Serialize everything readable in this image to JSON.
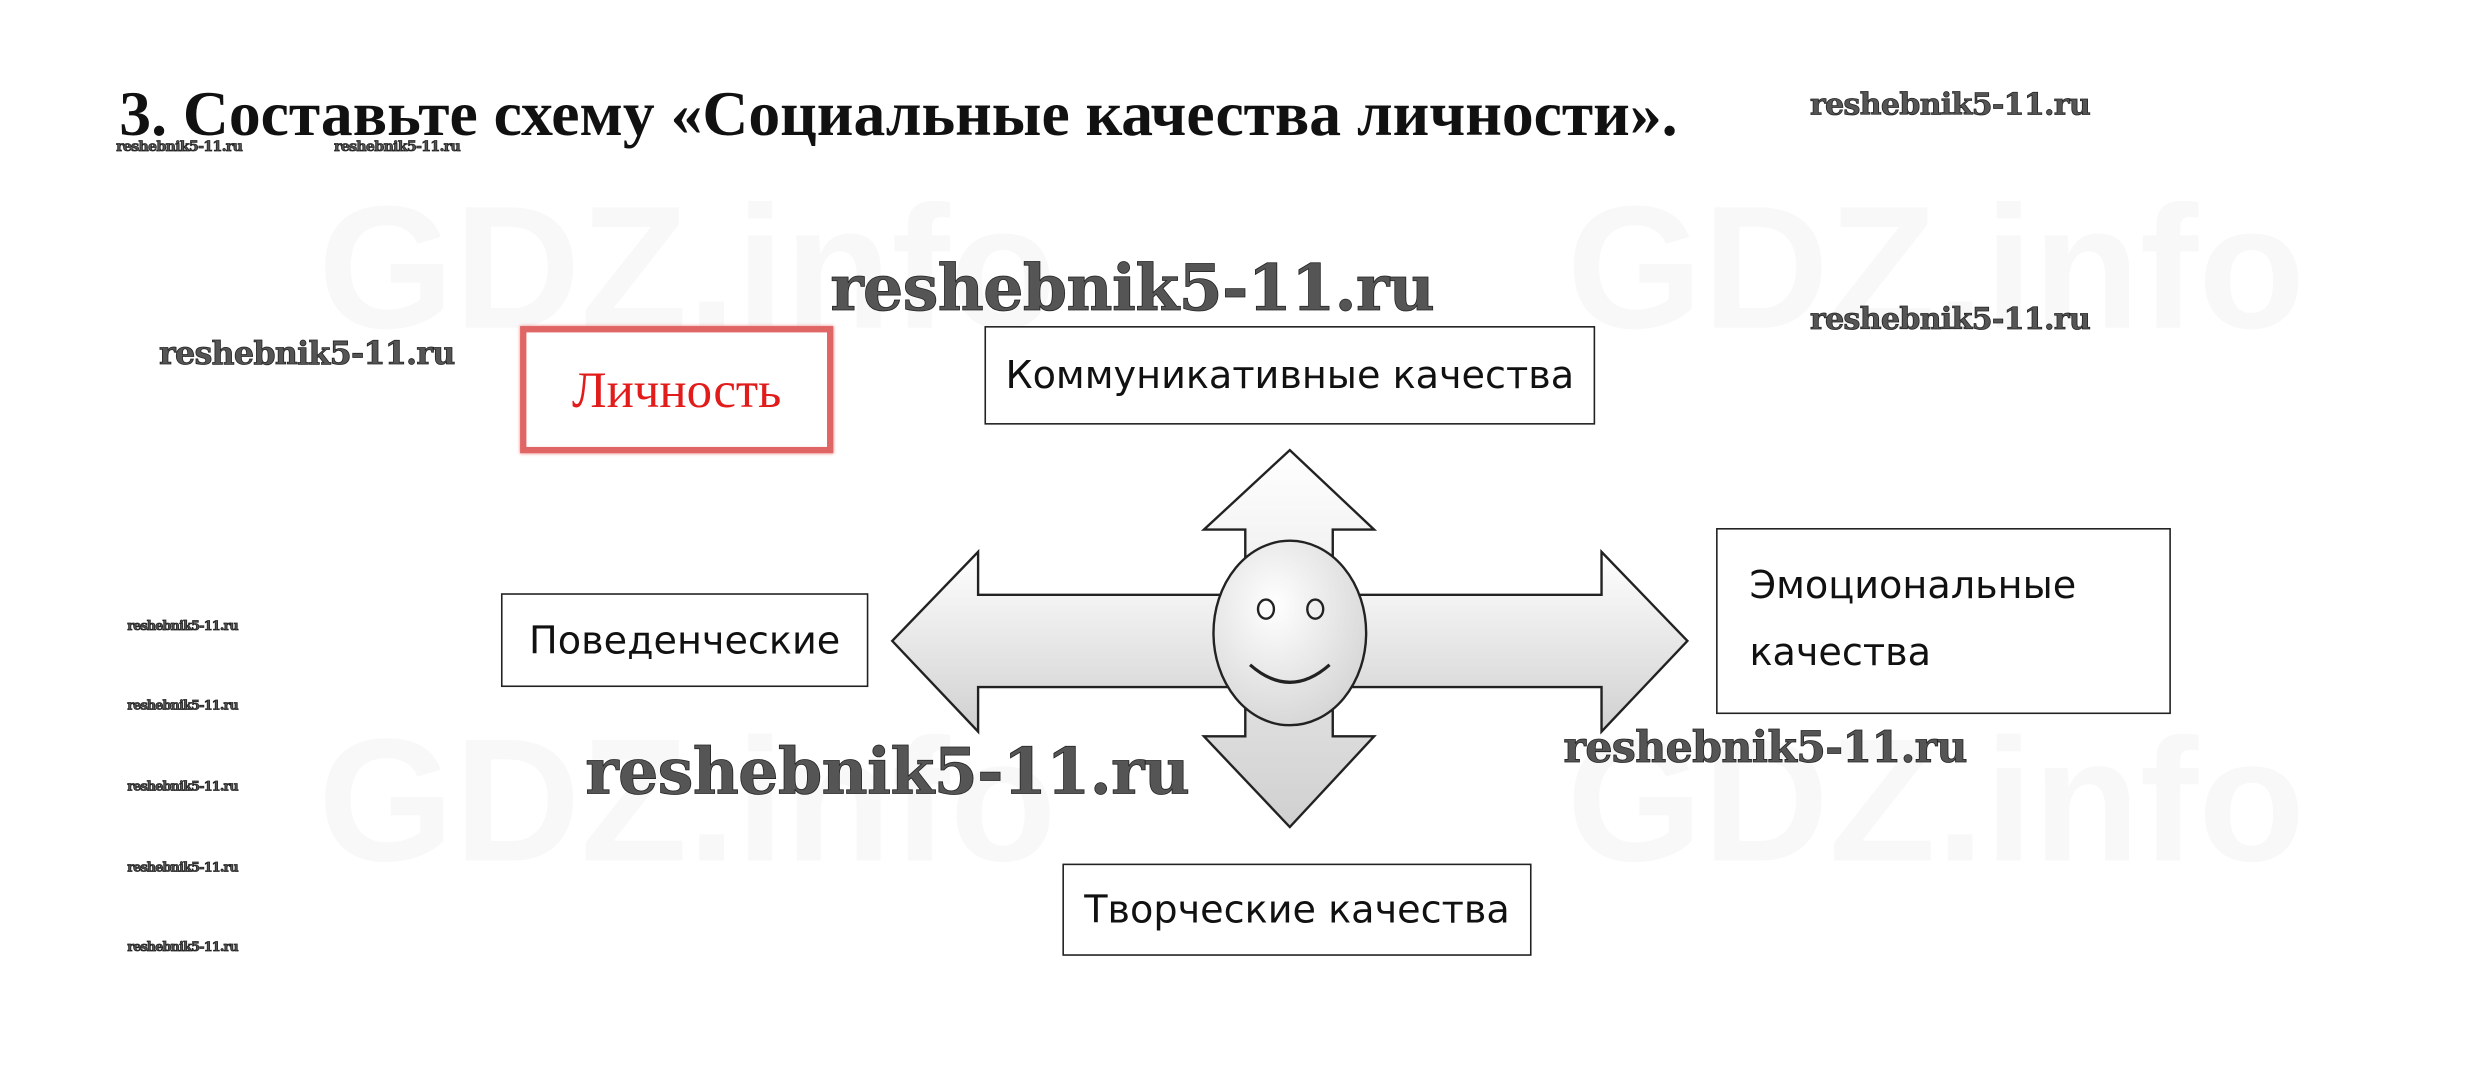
{
  "title": "3. Составьте схему «Социальные качества личности».",
  "watermark_text": "reshebnik5-11.ru",
  "bg_watermark_text": "GDZ.info",
  "diagram": {
    "center": "Личность",
    "top": "Коммуникативные качества",
    "left": "Поведенческие",
    "right_line1": "Эмоциональные",
    "right_line2": "качества",
    "bottom": "Творческие качества",
    "center_icon": "smiley-face-icon"
  },
  "colors": {
    "accent_border": "#e06666",
    "accent_text": "#e21b1b"
  }
}
